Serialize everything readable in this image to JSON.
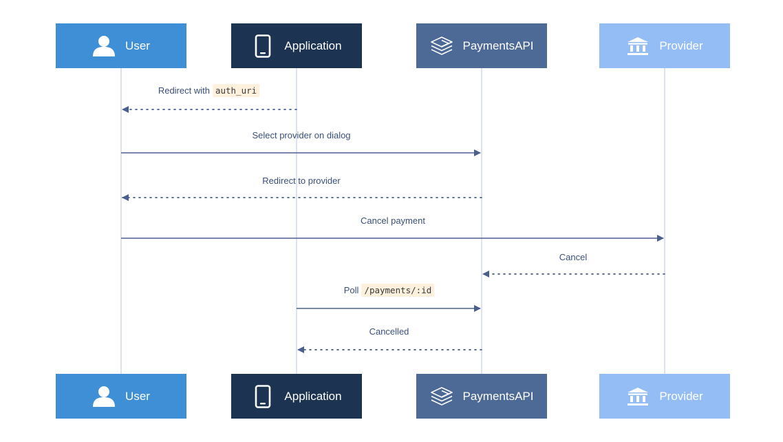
{
  "colors": {
    "user": "#3f8fd6",
    "application": "#1c3452",
    "paymentsapi": "#4d6996",
    "provider": "#93bdf4",
    "arrow": "#4a5f8e",
    "lifeline": "#b9c7de",
    "code_bg": "#fdf0dc"
  },
  "actors": [
    {
      "id": "user",
      "name": "User",
      "icon": "user-icon"
    },
    {
      "id": "application",
      "name": "Application",
      "icon": "phone-icon"
    },
    {
      "id": "paymentsapi",
      "name": "PaymentsAPI",
      "icon": "layers-icon"
    },
    {
      "id": "provider",
      "name": "Provider",
      "icon": "bank-icon"
    }
  ],
  "messages": [
    {
      "from": "application",
      "to": "user",
      "style": "dotted",
      "label": "Redirect with",
      "code": "auth_uri"
    },
    {
      "from": "user",
      "to": "paymentsapi",
      "style": "solid",
      "label": "Select provider on dialog",
      "code": ""
    },
    {
      "from": "paymentsapi",
      "to": "user",
      "style": "dotted",
      "label": "Redirect to provider",
      "code": ""
    },
    {
      "from": "user",
      "to": "provider",
      "style": "solid",
      "label": "Cancel payment",
      "code": ""
    },
    {
      "from": "provider",
      "to": "paymentsapi",
      "style": "dotted",
      "label": "Cancel",
      "code": ""
    },
    {
      "from": "application",
      "to": "paymentsapi",
      "style": "solid",
      "label": "Poll",
      "code": "/payments/:id"
    },
    {
      "from": "paymentsapi",
      "to": "application",
      "style": "dotted",
      "label": "Cancelled",
      "code": ""
    }
  ]
}
